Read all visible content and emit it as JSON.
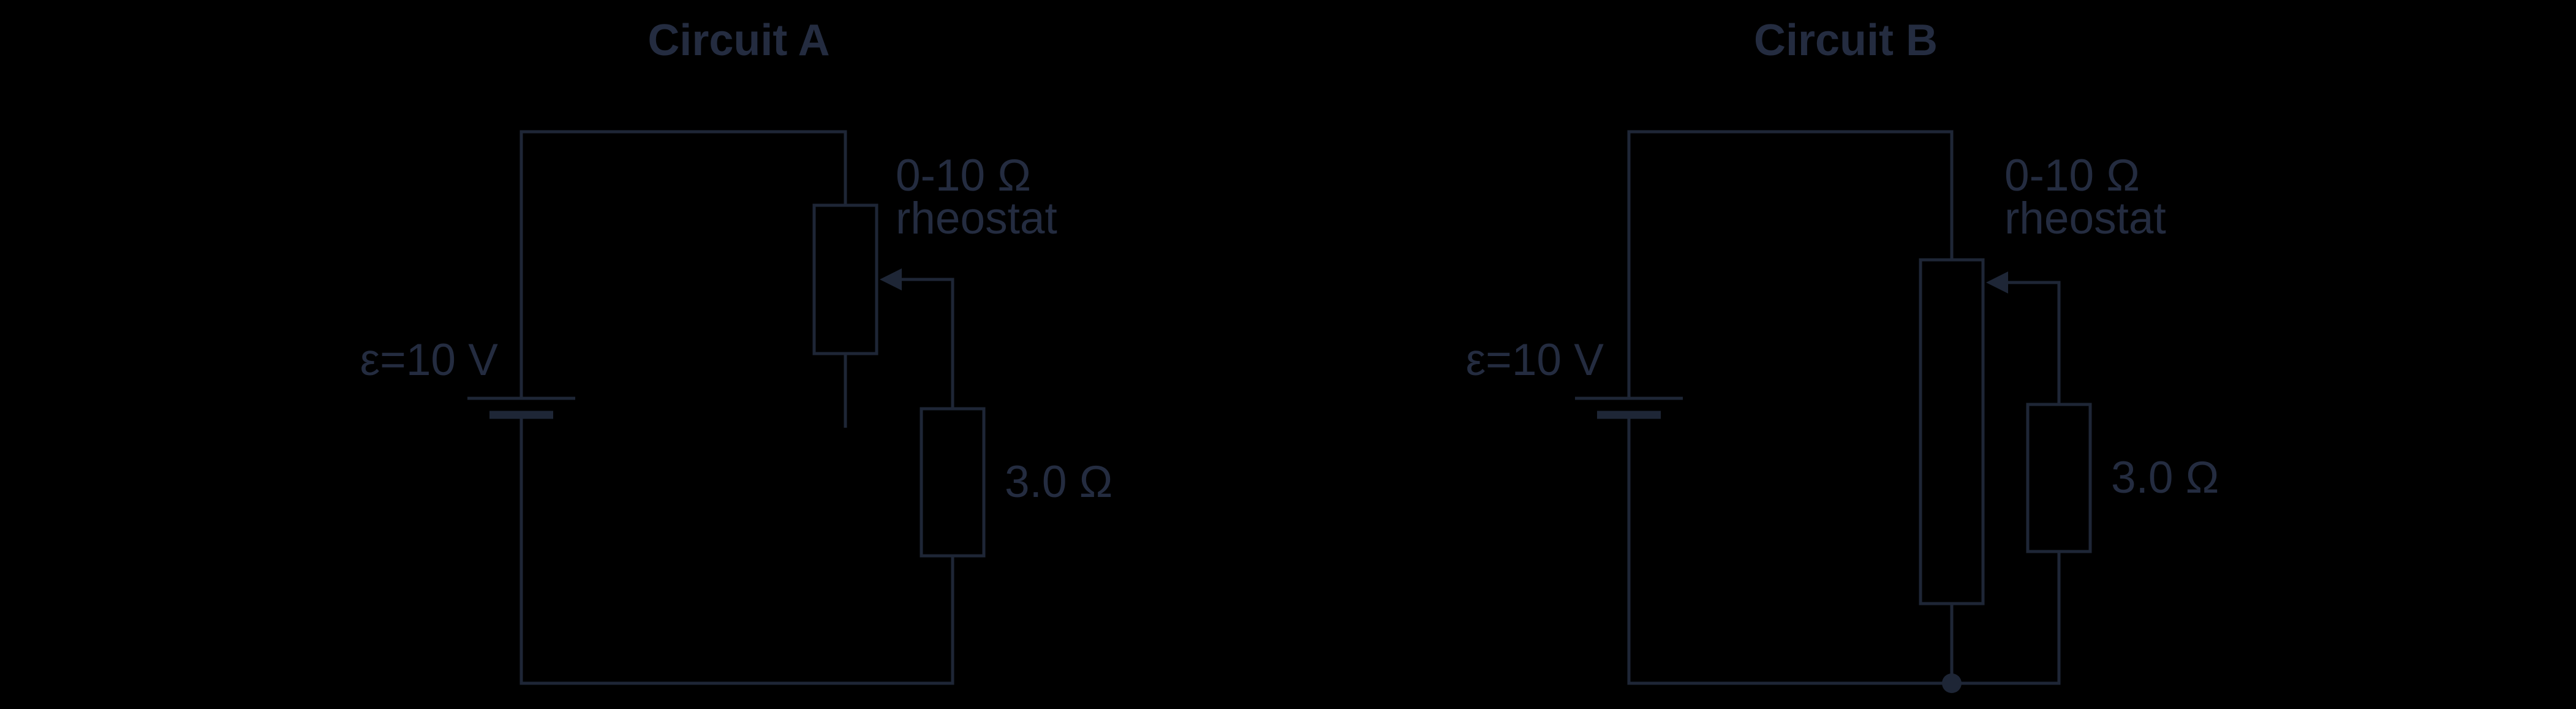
{
  "page": {
    "background": "#000000",
    "ink_color": "#1e2636",
    "text_color": "#242c40"
  },
  "circuit_a": {
    "title": "Circuit A",
    "battery_label": "ε=10 V",
    "rheostat_label_line1": "0-10 Ω",
    "rheostat_label_line2": "rheostat",
    "resistor_label": "3.0 Ω"
  },
  "circuit_b": {
    "title": "Circuit B",
    "battery_label": "ε=10 V",
    "rheostat_label_line1": "0-10 Ω",
    "rheostat_label_line2": "rheostat",
    "resistor_label": "3.0 Ω"
  }
}
